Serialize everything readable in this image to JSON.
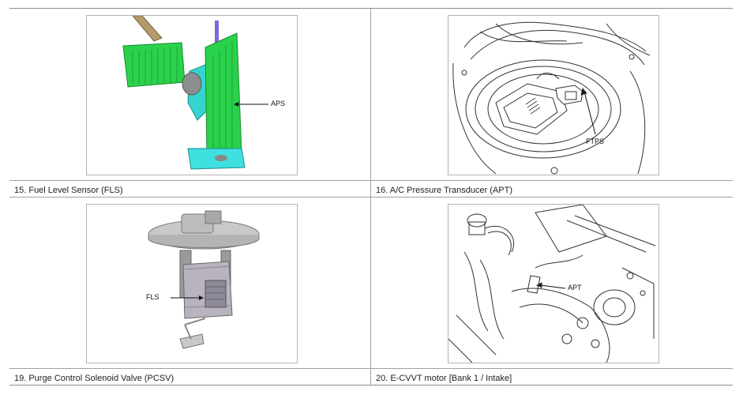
{
  "rows": [
    {
      "left": {
        "caption": "15. Fuel Level Sensor (FLS)",
        "image_icon": "accelerator-pedal-illustration",
        "callout": "APS"
      },
      "right": {
        "caption": "16. A/C Pressure Transducer (APT)",
        "image_icon": "fuel-tank-pressure-sensor-line-drawing",
        "callout": "FTPS"
      }
    },
    {
      "left": {
        "caption": "19. Purge Control Solenoid Valve (PCSV)",
        "image_icon": "fuel-pump-module-illustration",
        "callout": "FLS"
      },
      "right": {
        "caption": "20. E-CVVT motor [Bank 1 / Intake]",
        "image_icon": "engine-bay-line-drawing",
        "callout": "APT"
      }
    }
  ],
  "colors": {
    "pedal_green": "#29d14a",
    "pedal_base_cyan": "#3fe0e0",
    "border": "#a0a0a0"
  }
}
